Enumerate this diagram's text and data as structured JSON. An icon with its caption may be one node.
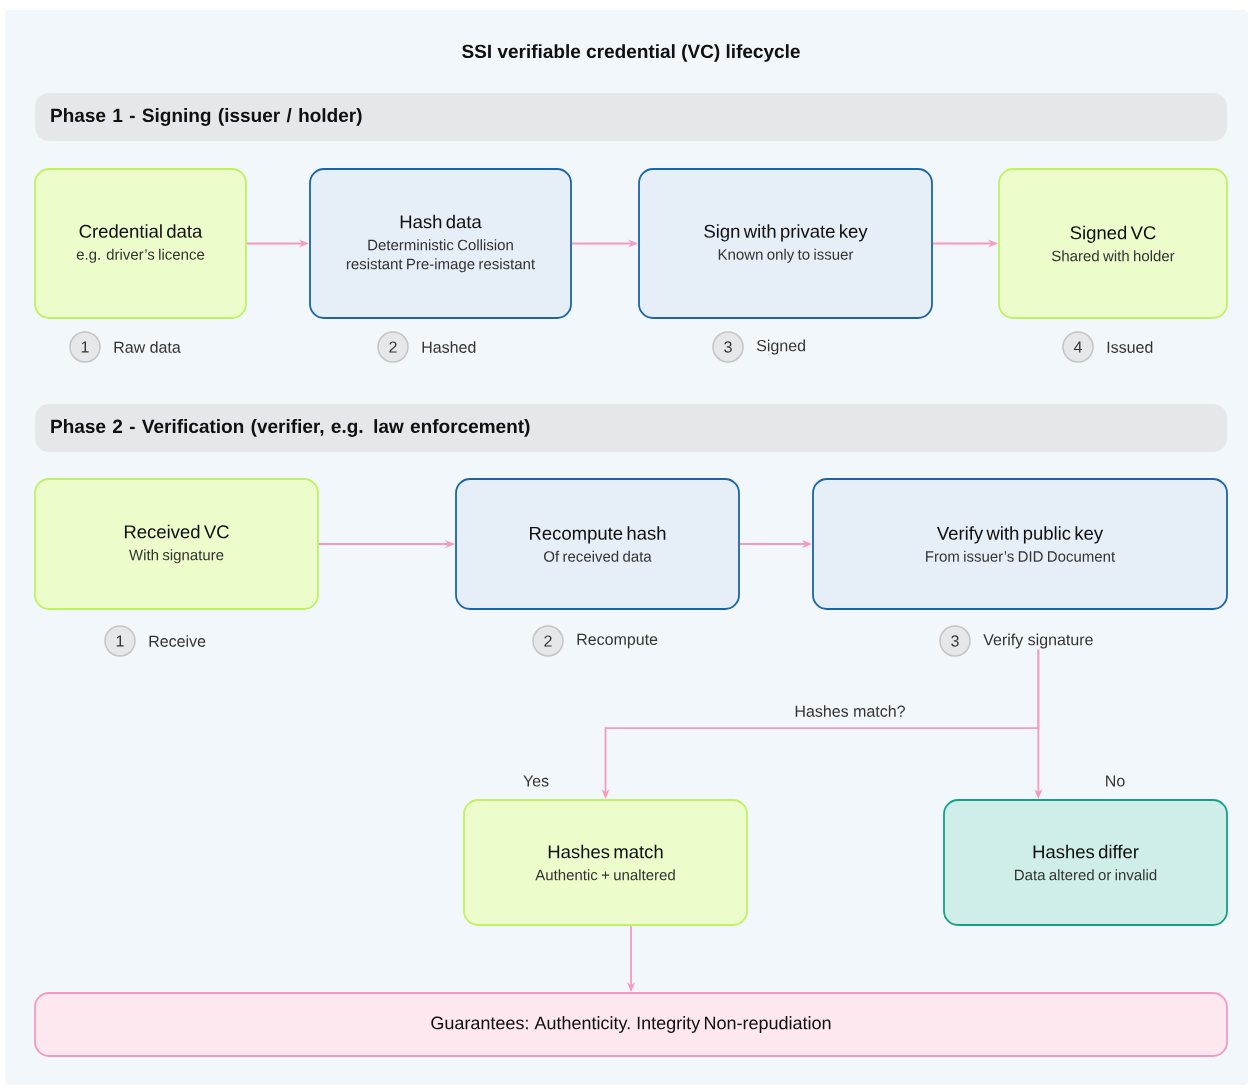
{
  "diagram": {
    "title": "SSI verifiable credential (VC) lifecycle",
    "nodes": [
      {
        "text": [
          "Phase 1 - Signing (issuer / holder)"
        ]
      },
      {
        "text": [
          "Credential data",
          "e.g. driver’s licence"
        ]
      },
      {
        "text": [
          "Hash data",
          "Deterministic Collision resistant Pre-image resistant"
        ]
      },
      {
        "text": [
          "Sign with private key",
          "Known only to issuer"
        ]
      },
      {
        "text": [
          "Signed VC",
          "Shared with holder"
        ]
      },
      {
        "text": [
          "1"
        ],
        "beside": [
          "Raw data"
        ]
      },
      {
        "text": [
          "2"
        ],
        "beside": [
          "Hashed"
        ]
      },
      {
        "text": [
          "3"
        ],
        "beside": [
          "Signed"
        ]
      },
      {
        "text": [
          "4"
        ],
        "beside": [
          "Issued"
        ]
      },
      {
        "text": [
          "Phase 2 - Verification (verifier, e.g. law enforcement)"
        ]
      },
      {
        "text": [
          "Received VC",
          "With signature"
        ]
      },
      {
        "text": [
          "Recompute hash",
          "Of received data"
        ]
      },
      {
        "text": [
          "Verify with public key",
          "From issuer’s DID Document"
        ]
      },
      {
        "text": [
          "1"
        ],
        "beside": [
          "Receive"
        ]
      },
      {
        "text": [
          "2"
        ],
        "beside": [
          "Recompute"
        ]
      },
      {
        "text": [
          "3"
        ],
        "beside": [
          "Verify signature"
        ]
      },
      {
        "text": [
          "Hashes match",
          "Authentic + unaltered"
        ]
      },
      {
        "text": [
          "Hashes differ",
          "Data altered or invalid"
        ]
      },
      {
        "text": [
          "Guarantees: Authenticity. Integrity Non-repudiation"
        ]
      }
    ],
    "edges": [
      {
        "from": 1,
        "to": 2,
        "arrow": "to"
      },
      {
        "from": 2,
        "to": 3,
        "arrow": "to"
      },
      {
        "from": 3,
        "to": 4,
        "arrow": "to"
      },
      {
        "from": 10,
        "to": 11,
        "arrow": "to"
      },
      {
        "from": 11,
        "to": 12,
        "arrow": "to"
      },
      {
        "from": 15,
        "to": 16,
        "label": "Yes",
        "arrow": "to"
      },
      {
        "from": 15,
        "to": 17,
        "label": "No",
        "arrow": "to"
      },
      {
        "from": 16,
        "to": 18,
        "arrow": "to"
      }
    ],
    "labels": [
      "Hashes match?"
    ]
  }
}
